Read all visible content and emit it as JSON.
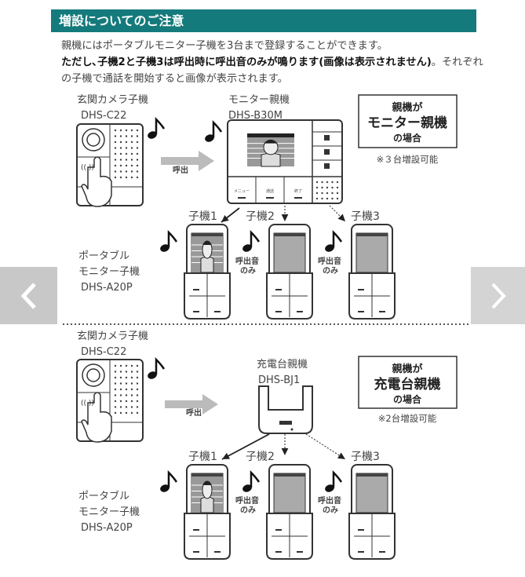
{
  "header": {
    "title": "増設についてのご注意"
  },
  "intro": {
    "line1": "親機にはポータブルモニター子機を3台まで登録することができます。",
    "line2_bold": "ただし､子機2と子機3は呼出時に呼出音のみが鳴ります(画像は表示されません)",
    "line2_rest": "。それぞれの子機で通話を開始すると画像が表示されます。"
  },
  "section1": {
    "camera_name": "玄関カメラ子機",
    "camera_model": "DHS-C22",
    "call_label": "呼出",
    "parent_name": "モニター親機",
    "parent_model": "DHS-B30M",
    "box": {
      "line1": "親機が",
      "line2": "モニター親機",
      "line3": "の場合"
    },
    "note": "※３台増設可能",
    "children": [
      "子機1",
      "子機2",
      "子機3"
    ],
    "ring_only": {
      "line1": "呼出音",
      "line2": "のみ"
    },
    "portable_name1": "ポータブル",
    "portable_name2": "モニター子機",
    "portable_model": "DHS-A20P",
    "monitor_buttons": [
      "メニュー",
      "通話",
      "終了"
    ]
  },
  "section2": {
    "camera_name": "玄関カメラ子機",
    "camera_model": "DHS-C22",
    "call_label": "呼出",
    "parent_name": "充電台親機",
    "parent_model": "DHS-BJ1",
    "box": {
      "line1": "親機が",
      "line2": "充電台親機",
      "line3": "の場合"
    },
    "note": "※2台増設可能",
    "children": [
      "子機1",
      "子機2",
      "子機3"
    ],
    "ring_only": {
      "line1": "呼出音",
      "line2": "のみ"
    },
    "portable_name1": "ポータブル",
    "portable_name2": "モニター子機",
    "portable_model": "DHS-A20P"
  },
  "icons": {
    "music": "music-note-icon",
    "prev": "chevron-left-icon",
    "next": "chevron-right-icon"
  },
  "colors": {
    "header_bg": "#157a7c",
    "arrow_gray": "#bbbbbb",
    "nav_bg": "#c8c8c8"
  }
}
